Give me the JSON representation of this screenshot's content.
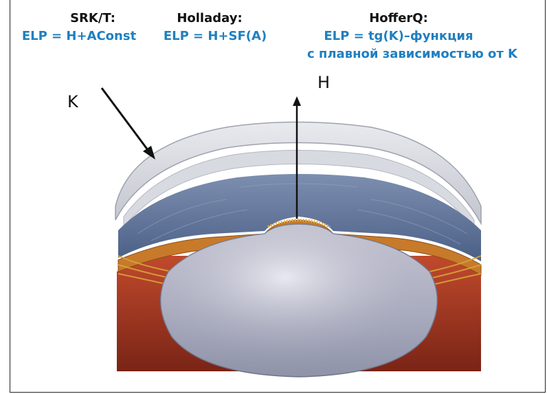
{
  "formulas": {
    "srk": {
      "name": "SRK/T:",
      "formula": "ELP = H+AConst"
    },
    "holladay": {
      "name": "Holladay:",
      "formula": "ELP = H+SF(A)"
    },
    "hoffer": {
      "name": "HofferQ:",
      "formula_line1": "ELP = tg(K)–функция",
      "formula_line2": "с плавной зависимостью от K"
    }
  },
  "labels": {
    "k": "K",
    "h": "H"
  },
  "colors": {
    "formula_text": "#1f7fc0",
    "name_text": "#111111"
  }
}
